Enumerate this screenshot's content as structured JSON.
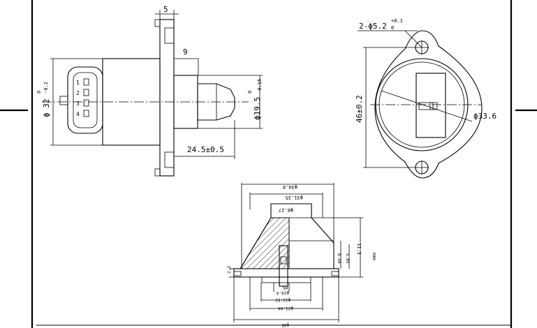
{
  "views": {
    "side": {
      "dim_flange_thickness": "5",
      "dim_shoulder": "9",
      "dim_body_dia_main": "ϕ 32",
      "dim_body_dia_tol_upper": "0",
      "dim_body_dia_tol_lower": "-0.2",
      "dim_pintle_dia_main": "ϕ19.5",
      "dim_pintle_dia_tol_upper": "0",
      "dim_pintle_dia_tol_lower": "-0.15",
      "dim_pintle_length": "24.5±0.5",
      "connector_pins": [
        "1",
        "2",
        "3",
        "4"
      ]
    },
    "front": {
      "dim_holes_main": "2-ϕ5.2",
      "dim_holes_tol_upper": "+0.1",
      "dim_holes_tol_lower": "0",
      "dim_height": "46±0.2",
      "dim_diameter": "ϕ33.6"
    },
    "section": {
      "dim_top_width": "ϕ34.8",
      "dim_upper_width": "ϕ31.35",
      "dim_inner_top": "ϕ6.27",
      "dim_height_right": "11.3",
      "dim_mid_a": "8.94",
      "dim_mid_b": "5.85",
      "dim_far_right": "mmm",
      "dim_left_small": "2.3",
      "dim_slot": "M5",
      "dim_bottom_a": "ϕ10.4",
      "dim_bottom_b": "ϕ12.52",
      "dim_bottom_c": "ϕ21.04",
      "dim_overall": "ϕ35"
    }
  }
}
